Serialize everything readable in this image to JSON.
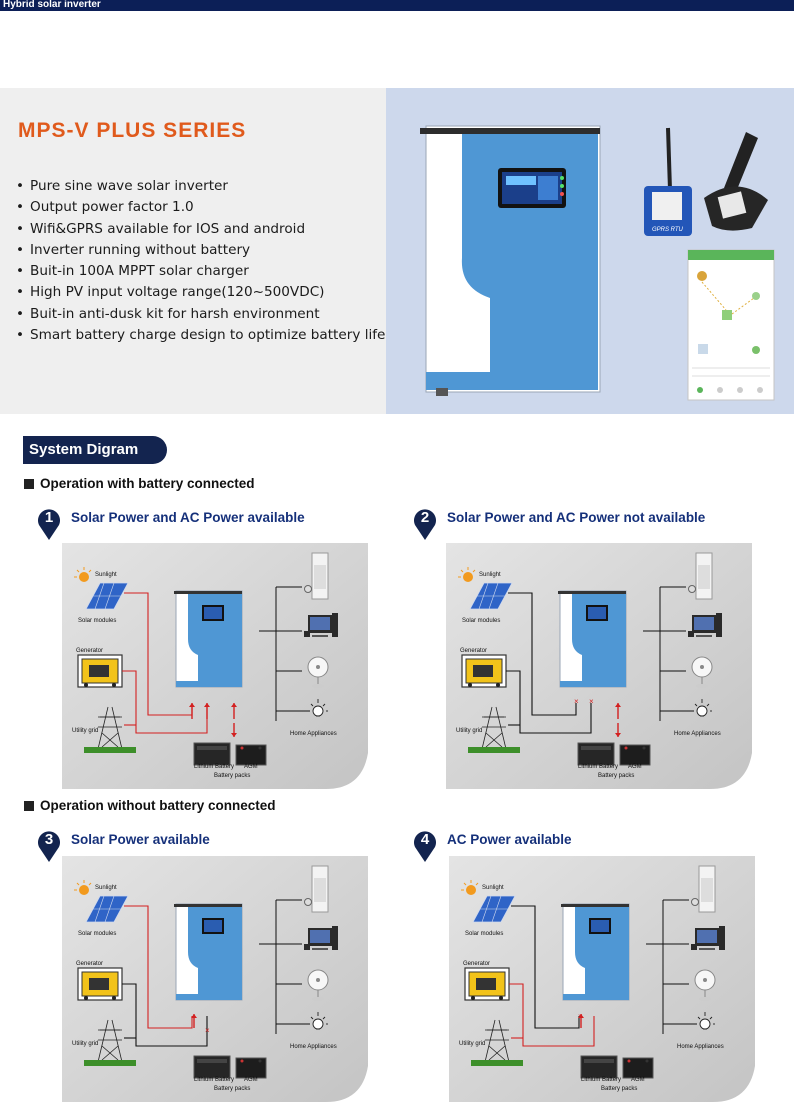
{
  "header": {
    "title": "Hybrid solar inverter"
  },
  "hero": {
    "series": "MPS-V PLUS SERIES",
    "features": [
      "Pure sine wave solar inverter",
      "Output power factor 1.0",
      "Wifi&GPRS available for IOS and android",
      "Inverter running without battery",
      "Buit-in 100A MPPT solar charger",
      "High PV input voltage range(120~500VDC)",
      "Buit-in anti-dusk kit for harsh environment",
      "Smart battery charge design to optimize battery life"
    ],
    "module_label": "GPRS RTU"
  },
  "system": {
    "title": "System Digram",
    "section_with": "Operation with battery connected",
    "section_without": "Operation without battery connected",
    "cases": [
      {
        "num": "1",
        "label": "Solar Power and AC Power available"
      },
      {
        "num": "2",
        "label": "Solar Power and AC Power not available"
      },
      {
        "num": "3",
        "label": "Solar Power available"
      },
      {
        "num": "4",
        "label": "AC Power available"
      }
    ],
    "labels": {
      "sunlight": "Sunlight",
      "solar": "Solar modules",
      "generator": "Generator",
      "grid": "Utility grid",
      "appliances": "Home Appliances",
      "lithium": "Lithium Battery",
      "agm": "AGM",
      "packs": "Battery packs"
    }
  },
  "colors": {
    "topbar": "#0c1f57",
    "accent": "#e05a1c",
    "case_label": "#15307a",
    "live_line": "#d32020",
    "inverter_blue": "#4f97d4"
  }
}
